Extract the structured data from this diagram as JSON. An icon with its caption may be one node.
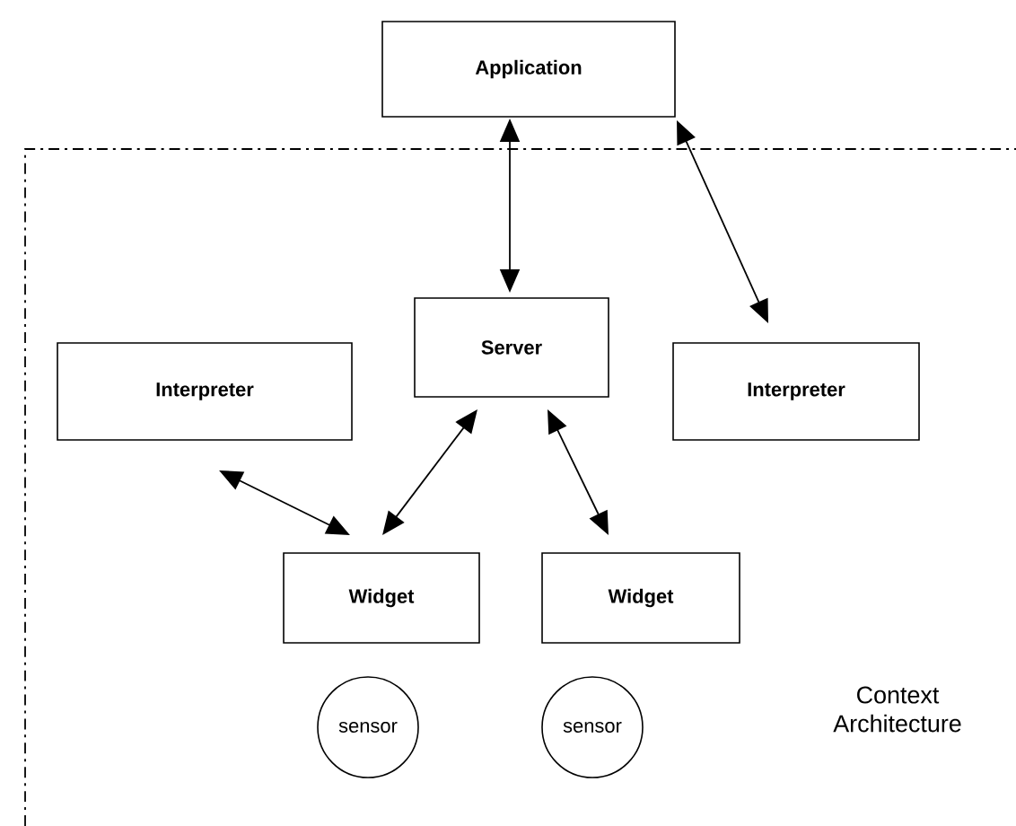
{
  "diagram": {
    "nodes": [
      {
        "text": [
          "Application"
        ]
      },
      {
        "text": [
          "Server"
        ]
      },
      {
        "text": [
          "Interpreter"
        ]
      },
      {
        "text": [
          "Interpreter"
        ]
      },
      {
        "text": [
          "Widget"
        ]
      },
      {
        "text": [
          "Widget"
        ]
      },
      {
        "text": [
          "sensor"
        ]
      },
      {
        "text": [
          "sensor"
        ]
      }
    ],
    "edges": [
      {
        "from": 0,
        "to": 1,
        "arrow": "both"
      },
      {
        "from": 0,
        "to": 3,
        "arrow": "both"
      },
      {
        "from": 2,
        "to": 4,
        "arrow": "both"
      },
      {
        "from": 1,
        "to": 4,
        "arrow": "both"
      },
      {
        "from": 1,
        "to": 5,
        "arrow": "both"
      }
    ],
    "labels": [
      "Context Architecture"
    ]
  }
}
